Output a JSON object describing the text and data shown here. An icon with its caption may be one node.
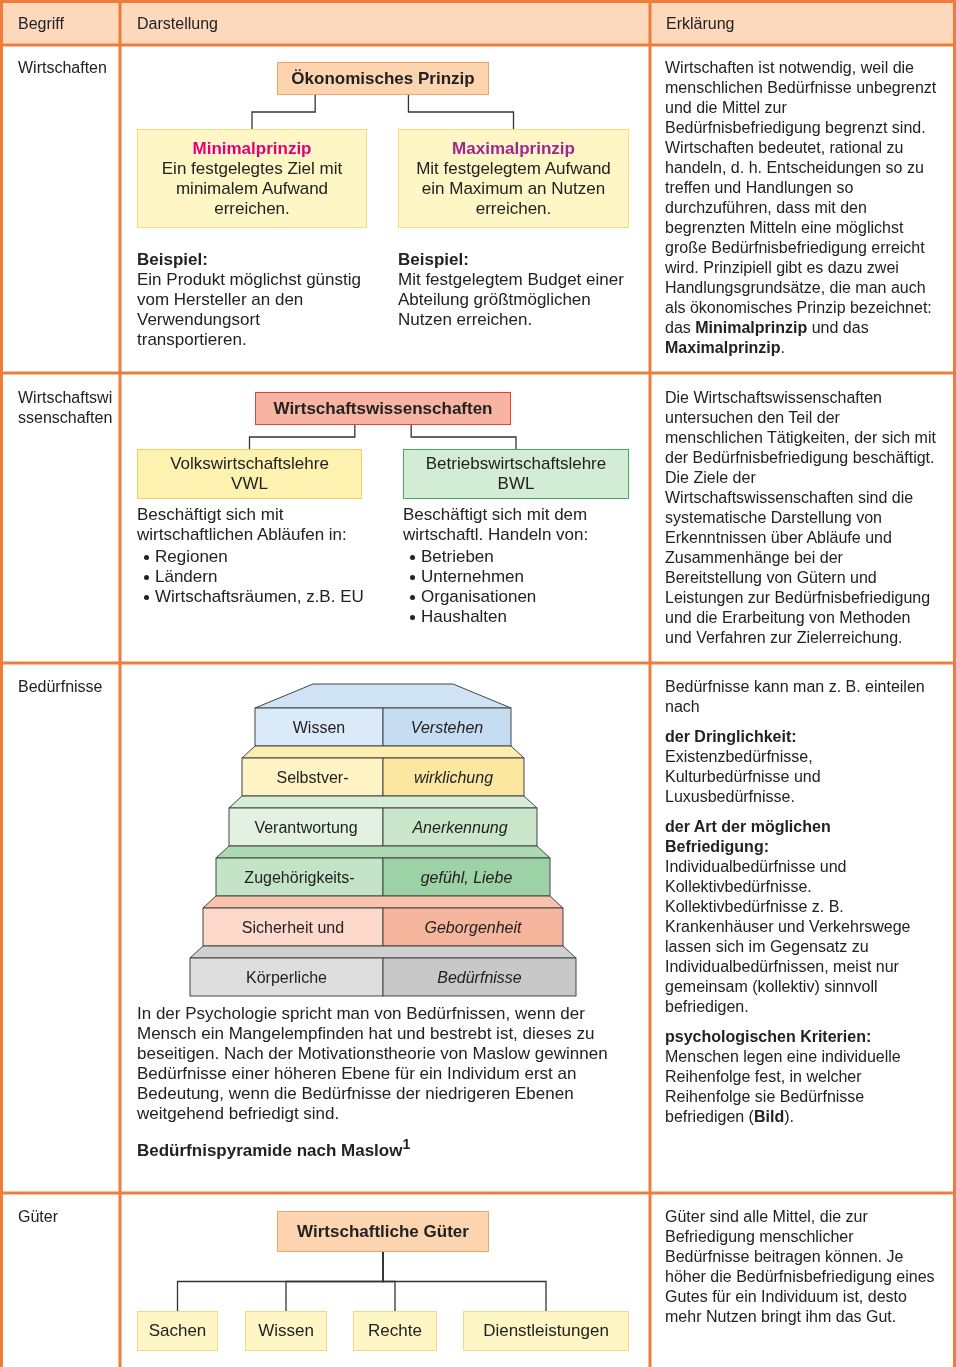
{
  "diagram": {
    "nodes": [
      {
        "text": [
          "Ökonomisches Prinzip"
        ]
      },
      {
        "text": [
          "Minimalprinzip",
          "Ein festgelegtes Ziel mit minimalem Aufwand erreichen."
        ]
      },
      {
        "text": [
          "Maximalprinzip",
          "Mit festgelegtem Aufwand ein Maximum an Nutzen erreichen."
        ]
      },
      {
        "text": [
          "Wirtschaftswissenschaften"
        ]
      },
      {
        "text": [
          "Volkswirtschaftslehre",
          "VWL"
        ]
      },
      {
        "text": [
          "Betriebswirtschaftslehre",
          "BWL"
        ]
      },
      {
        "text": [
          "Wissen",
          "Verstehen"
        ]
      },
      {
        "text": [
          "Selbstver-",
          "wirklichung"
        ]
      },
      {
        "text": [
          "Verantwortung",
          "Anerkennung"
        ]
      },
      {
        "text": [
          "Zugehörigkeits-",
          "gefühl, Liebe"
        ]
      },
      {
        "text": [
          "Sicherheit und",
          "Geborgenheit"
        ]
      },
      {
        "text": [
          "Körperliche",
          "Bedürfnisse"
        ]
      },
      {
        "text": [
          "Wirtschaftliche Güter"
        ]
      },
      {
        "text": [
          "Sachen"
        ]
      },
      {
        "text": [
          "Wissen"
        ]
      },
      {
        "text": [
          "Rechte"
        ]
      },
      {
        "text": [
          "Dienstleistungen"
        ]
      }
    ],
    "edges": [
      {
        "from": 0,
        "to": 1,
        "arrow": "none"
      },
      {
        "from": 0,
        "to": 2,
        "arrow": "none"
      },
      {
        "from": 3,
        "to": 4,
        "arrow": "none"
      },
      {
        "from": 3,
        "to": 5,
        "arrow": "none"
      },
      {
        "from": 12,
        "to": 13,
        "arrow": "none"
      },
      {
        "from": 12,
        "to": 14,
        "arrow": "none"
      },
      {
        "from": 12,
        "to": 15,
        "arrow": "none"
      },
      {
        "from": 12,
        "to": 16,
        "arrow": "none"
      }
    ],
    "labels": [
      "Begriff",
      "Darstellung",
      "Erklärung",
      "Wirtschaften",
      "Beispiel:",
      "Ein Produkt möglichst günstig vom Hersteller an den Verwendungsort transportieren.",
      "Beispiel:",
      "Mit festgelegtem Budget einer Abteilung größtmöglichen Nutzen erreichen.",
      "Wirtschaften ist notwendig, weil die menschlichen Bedürfnisse unbegrenzt und die Mittel zur Bedürfnisbefriedigung begrenzt sind. Wirtschaften bedeutet, rational zu handeln, d. h. Entscheidungen so zu treffen und Handlungen so durchzuführen, dass mit den begrenzten Mitteln eine möglichst große Bedürfnisbefriedigung erreicht wird. Prinzipiell gibt es dazu zwei Handlungsgrundsätze, die man auch als ökonomisches Prinzip bezeichnet: das **Minimalprinzip** und das **Maximalprinzip**.",
      "Wirtschaftswissenschaften",
      "Beschäftigt sich mit wirtschaftlichen Abläufen in:",
      "Regionen",
      "Ländern",
      "Wirtschaftsräumen, z.B. EU",
      "Beschäftigt sich mit dem wirtschaftl. Handeln von:",
      "Betrieben",
      "Unternehmen",
      "Organisationen",
      "Haushalten",
      "Die Wirtschaftswissenschaften untersuchen den Teil der menschlichen Tätigkeiten, der sich mit der Bedürfnisbefriedigung beschäftigt. Die Ziele der Wirtschaftswissenschaften sind die systematische Darstellung von Erkenntnissen über Abläufe und Zusammenhänge bei der Bereitstellung von Gütern und Leistungen zur Bedürfnisbefriedigung und die Erarbeitung von Methoden und Verfahren zur Zielerreichung.",
      "Bedürfnisse",
      "In der Psychologie spricht man von Bedürfnissen, wenn der Mensch ein Mangelempfinden hat und bestrebt ist, dieses zu beseitigen. Nach der Motivationstheorie von Maslow gewinnen Bedürfnisse einer höheren Ebene für ein Individum erst an Bedeutung, wenn die Bedürfnisse der niedrigeren Ebenen weitgehend befriedigt sind.",
      "Bedürfnispyramide nach Maslow$^{1}$",
      "Bedürfnisse kann man z. B. einteilen nach",
      "der Dringlichkeit:",
      "Existenzbedürfnisse, Kulturbedürfnisse und Luxusbedürfnisse.",
      "der Art der möglichen Befriedigung:",
      "Individualbedürfnisse und Kollektivbedürfnisse.",
      "Kollektivbedürfnisse z. B. Krankenhäuser und Verkehrswege lassen sich im Gegensatz zu Individualbedürfnissen, meist nur gemeinsam (kollektiv) sinnvoll befriedigen.",
      "psychologischen Kriterien:",
      "Menschen legen eine individuelle Reihenfolge fest, in welcher Reihenfolge sie Bedürfnisse befriedigen (**Bild**).",
      "Güter",
      "Güter sind alle Mittel, die zur Befriedigung menschlicher Bedürfnisse beitragen können. Je höher die Bedürfnisbefriedigung eines Gutes für ein Individuum ist, desto mehr Nutzen bringt ihm das Gut."
    ]
  }
}
